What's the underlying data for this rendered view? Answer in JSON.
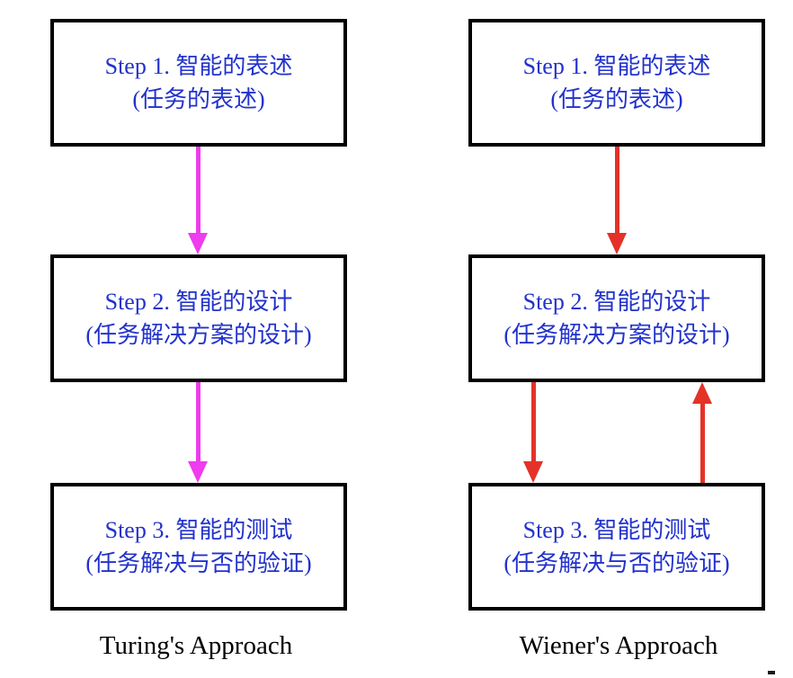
{
  "colors": {
    "background": "#ffffff",
    "box_border": "#000000",
    "step_text": "#2232cc",
    "turing_arrow": "#ee3cee",
    "wiener_arrow": "#e43228",
    "caption_text": "#000000"
  },
  "columns": {
    "turing": {
      "caption": "Turing's Approach",
      "boxes": [
        {
          "line1": "Step 1. 智能的表述",
          "line2": "(任务的表述)"
        },
        {
          "line1": "Step 2. 智能的设计",
          "line2": "(任务解决方案的设计)"
        },
        {
          "line1": "Step 3. 智能的测试",
          "line2": "(任务解决与否的验证)"
        }
      ],
      "arrows": [
        {
          "from": "step1",
          "to": "step2",
          "direction": "down",
          "color": "#ee3cee"
        },
        {
          "from": "step2",
          "to": "step3",
          "direction": "down",
          "color": "#ee3cee"
        }
      ]
    },
    "wiener": {
      "caption": "Wiener's Approach",
      "boxes": [
        {
          "line1": "Step 1. 智能的表述",
          "line2": "(任务的表述)"
        },
        {
          "line1": "Step 2. 智能的设计",
          "line2": "(任务解决方案的设计)"
        },
        {
          "line1": "Step 3. 智能的测试",
          "line2": "(任务解决与否的验证)"
        }
      ],
      "arrows": [
        {
          "from": "step1",
          "to": "step2",
          "direction": "down",
          "color": "#e43228"
        },
        {
          "from": "step2",
          "to": "step3",
          "direction": "down",
          "color": "#e43228"
        },
        {
          "from": "step3",
          "to": "step2",
          "direction": "up",
          "color": "#e43228"
        }
      ]
    }
  }
}
